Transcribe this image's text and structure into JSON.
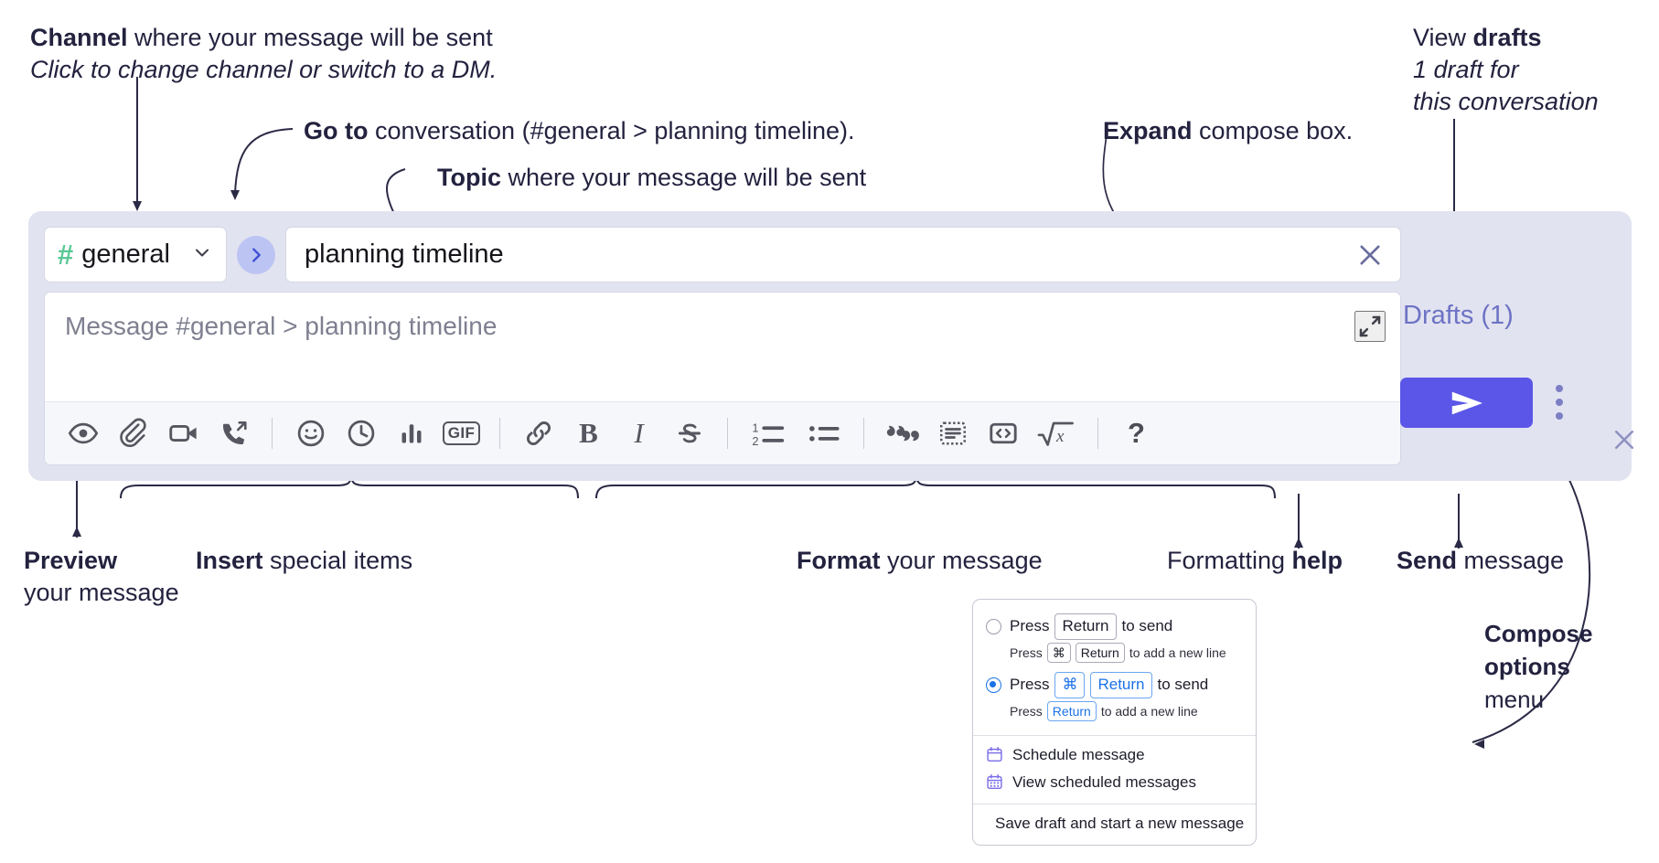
{
  "annotations": {
    "channel": {
      "bold": "Channel",
      "rest": " where your message will be sent",
      "italic": "Click to change channel or switch to a DM."
    },
    "goto": {
      "bold": "Go to",
      "rest": " conversation (#general > planning timeline)."
    },
    "topic": {
      "bold": "Topic",
      "rest": " where your message will be sent"
    },
    "expand": {
      "bold": "Expand",
      "rest": " compose box."
    },
    "drafts": {
      "bold_prefix": "View ",
      "bold": "drafts",
      "italic_line1": "1 draft for",
      "italic_line2": "this conversation"
    },
    "preview": {
      "bold": "Preview",
      "line2": "your message"
    },
    "insert": {
      "bold": "Insert",
      "rest": " special items"
    },
    "format": {
      "bold": "Format",
      "rest": " your message"
    },
    "help": {
      "prefix": "Formatting ",
      "bold": "help"
    },
    "send": {
      "bold": "Send",
      "rest": " message"
    },
    "compose_options": {
      "line1": "Compose",
      "line2": "options",
      "line3": "menu"
    }
  },
  "compose": {
    "channel": {
      "hash": "#",
      "name": "general",
      "chevron_icon": "chevron-down-icon"
    },
    "goto_icon": "chevron-right-icon",
    "topic": {
      "value": "planning timeline",
      "clear_icon": "close-icon"
    },
    "message": {
      "placeholder": "Message #general > planning timeline",
      "value": ""
    },
    "expand_icon": "expand-icon",
    "drafts_label": "Drafts (1)",
    "send_icon": "send-paper-plane-icon",
    "kebab_icon": "more-options-vertical-icon",
    "close_icon": "close-icon",
    "toolbar": [
      {
        "name": "preview-button",
        "icon": "eye-icon"
      },
      {
        "name": "attach-button",
        "icon": "paperclip-icon"
      },
      {
        "name": "video-clip-button",
        "icon": "video-camera-icon"
      },
      {
        "name": "audio-clip-button",
        "icon": "phone-arrow-icon"
      },
      {
        "name": "separator-1",
        "icon": "separator"
      },
      {
        "name": "emoji-button",
        "icon": "smiley-icon"
      },
      {
        "name": "reminder-button",
        "icon": "clock-icon"
      },
      {
        "name": "poll-button",
        "icon": "bar-chart-icon"
      },
      {
        "name": "gif-button",
        "icon": "gif-icon",
        "label": "GIF"
      },
      {
        "name": "separator-2",
        "icon": "separator"
      },
      {
        "name": "link-button",
        "icon": "link-icon"
      },
      {
        "name": "bold-button",
        "icon": "bold-icon",
        "label": "B"
      },
      {
        "name": "italic-button",
        "icon": "italic-icon",
        "label": "I"
      },
      {
        "name": "strikethrough-button",
        "icon": "strikethrough-icon"
      },
      {
        "name": "separator-3",
        "icon": "separator"
      },
      {
        "name": "ordered-list-button",
        "icon": "ordered-list-icon"
      },
      {
        "name": "bulleted-list-button",
        "icon": "bulleted-list-icon"
      },
      {
        "name": "separator-4",
        "icon": "separator"
      },
      {
        "name": "blockquote-button",
        "icon": "quote-icon"
      },
      {
        "name": "code-button",
        "icon": "code-inline-icon"
      },
      {
        "name": "code-block-button",
        "icon": "code-block-icon"
      },
      {
        "name": "math-button",
        "icon": "square-root-icon"
      },
      {
        "name": "separator-5",
        "icon": "separator"
      },
      {
        "name": "formatting-help-button",
        "icon": "question-mark-icon",
        "label": "?"
      }
    ]
  },
  "popup": {
    "option1": {
      "selected": false,
      "press": "Press",
      "key": "Return",
      "to_send": "to send",
      "sub_press": "Press",
      "sub_key1": "⌘",
      "sub_key2": "Return",
      "sub_tail": "to add a new line"
    },
    "option2": {
      "selected": true,
      "press": "Press",
      "key1": "⌘",
      "key2": "Return",
      "to_send": "to send",
      "sub_press": "Press",
      "sub_key": "Return",
      "sub_tail": "to add a new line"
    },
    "items": [
      {
        "label": "Schedule message",
        "icon": "calendar-icon"
      },
      {
        "label": "View scheduled messages",
        "icon": "calendar-grid-icon"
      },
      {
        "label": "Save draft and start a new message",
        "icon": "document-check-icon"
      }
    ]
  },
  "colors": {
    "panel_bg": "#e2e3f0",
    "accent_purple": "#5b56e8",
    "hash_green": "#5bc894",
    "drafts_link": "#6d73c4",
    "goto_bg": "#bcc4f3",
    "radio_blue": "#1b72e8"
  }
}
